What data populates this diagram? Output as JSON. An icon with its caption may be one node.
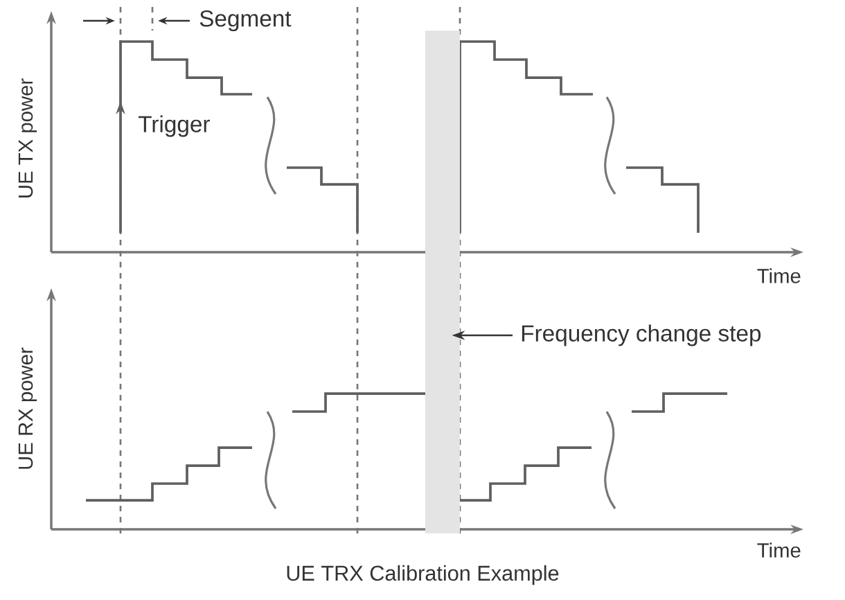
{
  "diagram": {
    "caption": "UE TRX Calibration Example",
    "nodes": [
      {
        "text": [],
        "shape": "bar"
      },
      {
        "text": [
          "Frequency change step"
        ]
      }
    ],
    "edges": [
      {
        "from": 1,
        "to": 0,
        "arrow": "to"
      }
    ],
    "labels": [
      "Segment",
      "UE TX power",
      "Trigger",
      "Time",
      "UE RX power",
      "Time"
    ]
  }
}
